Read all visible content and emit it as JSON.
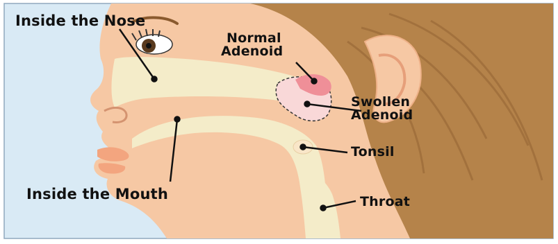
{
  "diagram": {
    "labels": {
      "inside_nose": "Inside the Nose",
      "normal_adenoid_line1": "Normal",
      "normal_adenoid_line2": "Adenoid",
      "swollen_adenoid_line1": "Swollen",
      "swollen_adenoid_line2": "Adenoid",
      "tonsil": "Tonsil",
      "inside_mouth": "Inside the Mouth",
      "throat": "Throat"
    },
    "colors": {
      "background": "#d9eaf5",
      "skin": "#f6c8a4",
      "skin_shadow": "#eeb188",
      "airway": "#f4ecc9",
      "hair": "#b5834a",
      "hair_dark": "#9a6a38",
      "adenoid_normal": "#ef8f98",
      "adenoid_swollen": "#f9d8d8",
      "lips": "#f3a57f",
      "leader_line": "#111111",
      "frame": "#8fa8bd"
    }
  }
}
